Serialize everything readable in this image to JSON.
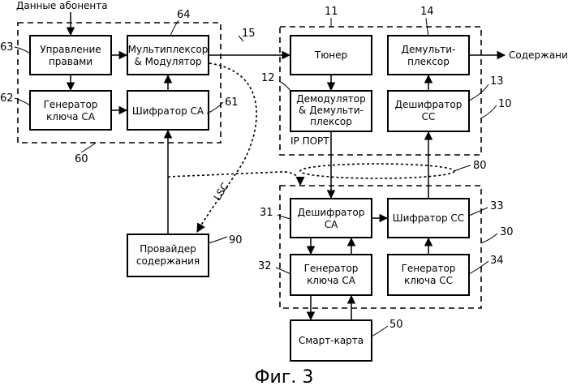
{
  "blocks": {
    "rights_mgmt": [
      "Управление",
      "правами"
    ],
    "mux_mod": [
      "Мультиплексор",
      "& Модулятор"
    ],
    "keygen_ca_top": [
      "Генератор",
      "ключа СА"
    ],
    "encrypt_ca": [
      "Шифратор СА"
    ],
    "tuner": [
      "Тюнер"
    ],
    "demux_top": [
      "Демульти-",
      "плексор"
    ],
    "demod_demux": [
      "Демодулятор",
      "& Демульти-",
      "плексор"
    ],
    "decrypt_cc": [
      "Дешифратор",
      "СС"
    ],
    "decrypt_ca": [
      "Дешифратор",
      "СА"
    ],
    "encrypt_cc": [
      "Шифратор СС"
    ],
    "keygen_ca_bot": [
      "Генератор",
      "ключа СА"
    ],
    "keygen_cc": [
      "Генератор",
      "ключа СС"
    ],
    "provider": [
      "Провайдер",
      "содержания"
    ],
    "smartcard": [
      "Смарт-карта"
    ]
  },
  "labels": {
    "subscriber_data": "Данные абонента",
    "content": "Содержание",
    "ip_port": "IP ПОРТ",
    "lsc": "LSC",
    "caption": "Фиг. 3"
  },
  "refs": {
    "r60": "60",
    "r61": "61",
    "r62": "62",
    "r63": "63",
    "r64": "64",
    "r15": "15",
    "r11": "11",
    "r14": "14",
    "r12": "12",
    "r13": "13",
    "r10": "10",
    "r80": "80",
    "r31": "31",
    "r33": "33",
    "r30": "30",
    "r32": "32",
    "r34": "34",
    "r90": "90",
    "r50": "50"
  }
}
